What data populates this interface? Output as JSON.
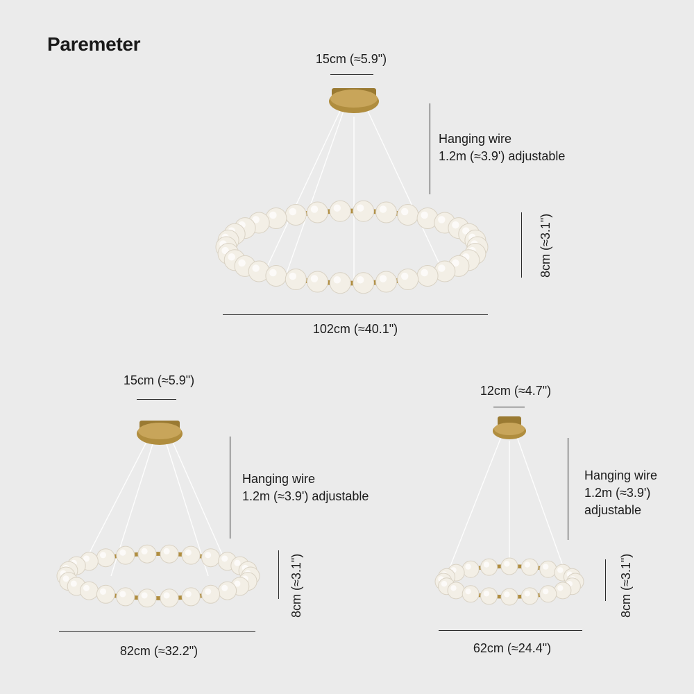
{
  "title": "Paremeter",
  "colors": {
    "background": "#ebebeb",
    "brass": "#b08d3e",
    "bead": "#f3efe6",
    "wire": "#ffffff",
    "line": "#2a2a2a"
  },
  "products": [
    {
      "id": "large",
      "canopy_width": "15cm (≈5.9\")",
      "hanging_wire_line1": "Hanging wire",
      "hanging_wire_line2": "1.2m (≈3.9') adjustable",
      "height": "8cm (≈3.1\")",
      "diameter": "102cm (≈40.1\")"
    },
    {
      "id": "medium",
      "canopy_width": "15cm (≈5.9\")",
      "hanging_wire_line1": "Hanging wire",
      "hanging_wire_line2": "1.2m (≈3.9') adjustable",
      "height": "8cm (≈3.1\")",
      "diameter": "82cm (≈32.2\")"
    },
    {
      "id": "small",
      "canopy_width": "12cm (≈4.7\")",
      "hanging_wire_line1": "Hanging wire",
      "hanging_wire_line2": "1.2m (≈3.9')",
      "hanging_wire_line3": "adjustable",
      "height": "8cm (≈3.1\")",
      "diameter": "62cm (≈24.4\")"
    }
  ]
}
